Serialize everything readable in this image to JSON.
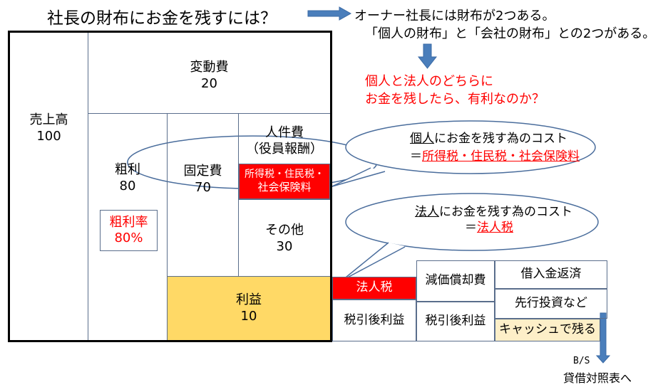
{
  "title": "社長の財布にお金を残すには？",
  "note": {
    "line1": "オーナー社長には財布が2つある。",
    "line2": "「個人の財布」と「会社の財布」との2つがある。"
  },
  "question": {
    "line1": "個人と法人のどちらに",
    "line2": "お金を残したら、有利なのか？"
  },
  "pl": {
    "sales": {
      "label": "売上高",
      "value": "100"
    },
    "variable_cost": {
      "label": "変動費",
      "value": "20"
    },
    "gross_profit": {
      "label": "粗利",
      "value": "80"
    },
    "gross_margin": {
      "label": "粗利率",
      "value": "80%"
    },
    "fixed_cost": {
      "label": "固定費",
      "value": "70"
    },
    "personnel": {
      "label": "人件費",
      "sub": "（役員報酬）"
    },
    "personal_tax": {
      "line1": "所得税・住民税・",
      "line2": "社会保険料"
    },
    "other": {
      "label": "その他",
      "value": "30"
    },
    "profit": {
      "label": "利益",
      "value": "10"
    }
  },
  "bubble_personal": {
    "line1_ul": "個人",
    "line1_rest": "にお金を残す為のコスト",
    "line2_prefix": "＝",
    "line2_red": "所得税・住民税・社会保険料"
  },
  "bubble_corporate": {
    "line1_ul": "法人",
    "line1_rest": "にお金を残す為のコスト",
    "line2_prefix": "＝",
    "line2_red": "法人税"
  },
  "breakdown": {
    "corporate_tax": "法人税",
    "after_tax_profit_1": "税引後利益",
    "depreciation": "減価償却費",
    "after_tax_profit_2": "税引後利益",
    "loan_repayment": "借入金返済",
    "advance_investment": "先行投資など",
    "cash_remains": "キャッシュで残る"
  },
  "bs": {
    "line1": "B/S",
    "line2": "貸借対照表へ"
  },
  "colors": {
    "red": "#ff0000",
    "profit_fill": "#ffd966",
    "cash_fill": "#fdefc8",
    "arrow_blue": "#4a7ebb"
  }
}
